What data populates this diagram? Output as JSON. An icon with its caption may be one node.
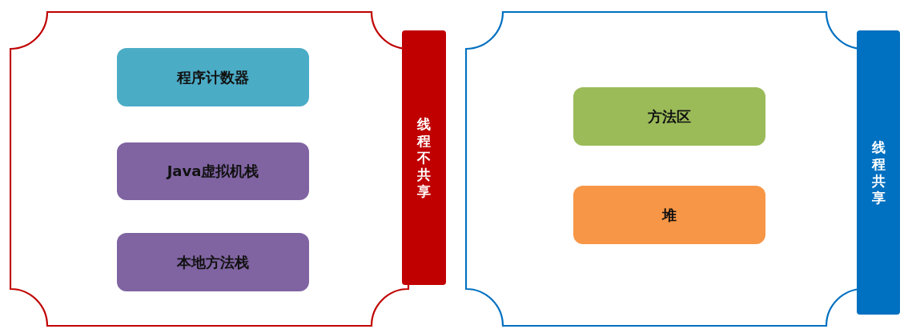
{
  "diagram": {
    "nodes": [
      {
        "text": [],
        "shape": "box"
      },
      {
        "text": [
          "线程不共享"
        ]
      },
      {
        "text": [
          "程序计数器"
        ],
        "in": 0
      },
      {
        "text": [
          "Java虚拟机栈"
        ],
        "in": 0
      },
      {
        "text": [
          "本地方法栈"
        ],
        "in": 0
      },
      {
        "text": [],
        "shape": "box"
      },
      {
        "text": [
          "线程共享"
        ]
      },
      {
        "text": [
          "方法区"
        ],
        "in": 5
      },
      {
        "text": [
          "堆"
        ],
        "in": 5
      }
    ]
  }
}
